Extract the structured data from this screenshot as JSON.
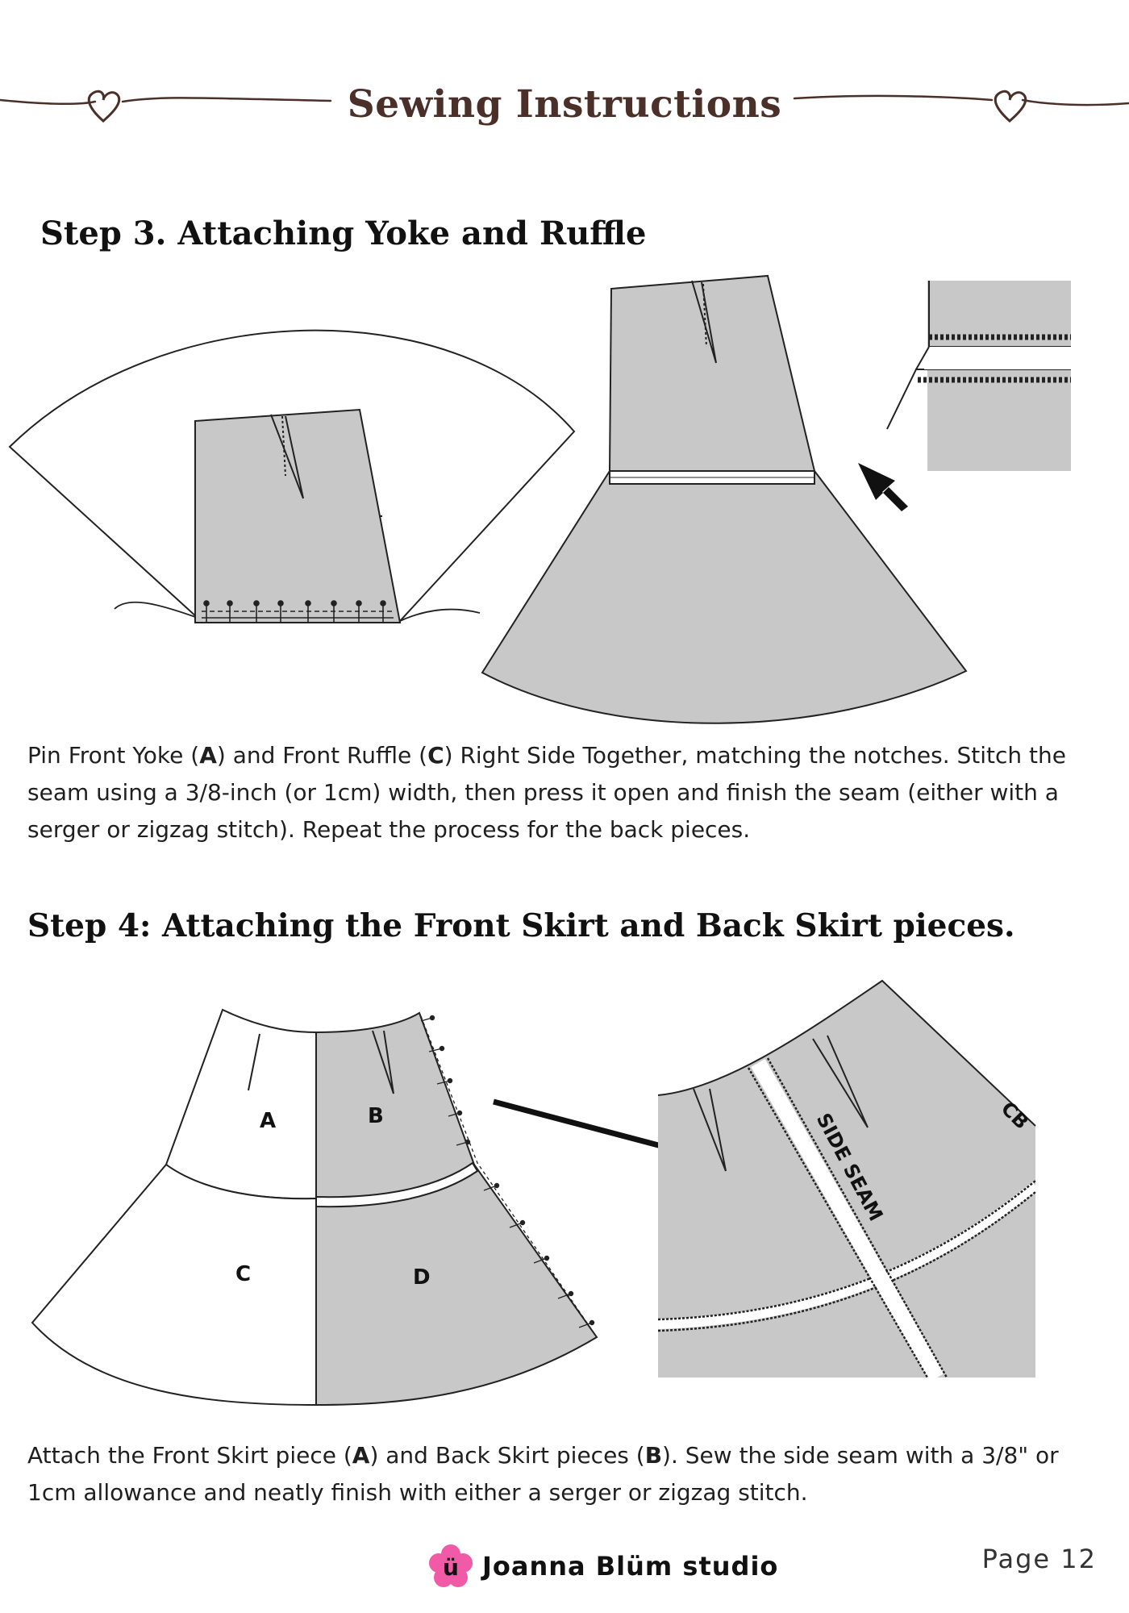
{
  "header": {
    "title": "Sewing Instructions"
  },
  "step3": {
    "heading": "Step 3. Attaching Yoke and Ruffle",
    "text_1": "Pin Front Yoke (",
    "bold_1": "A",
    "text_2": ") and Front Ruffle (",
    "bold_2": "C",
    "text_3": ") Right Side Together, matching the notches. Stitch the seam using a 3/8-inch (or 1cm) width, then press it open and finish the seam (either with a serger or zigzag stitch). Repeat the process for the back pieces."
  },
  "step4": {
    "heading": "Step 4: Attaching the Front Skirt and Back Skirt pieces.",
    "labels": {
      "a": "A",
      "b": "B",
      "c": "C",
      "d": "D",
      "side_seam": "SIDE SEAM",
      "cb": "CB"
    },
    "text_1": "Attach the Front Skirt piece (",
    "bold_1": "A",
    "text_2": ") and Back Skirt pieces (",
    "bold_2": "B",
    "text_3": "). Sew the side seam with a 3/8\" or 1cm allowance and neatly finish with either a serger or zigzag stitch."
  },
  "footer": {
    "brand_mark": "ü",
    "brand_name": "Joanna Blüm studio",
    "page_label": "Page 12"
  },
  "colors": {
    "title": "#4a3028",
    "fabric_gray": "#c8c8c8",
    "brand_pink": "#f05aa6"
  }
}
